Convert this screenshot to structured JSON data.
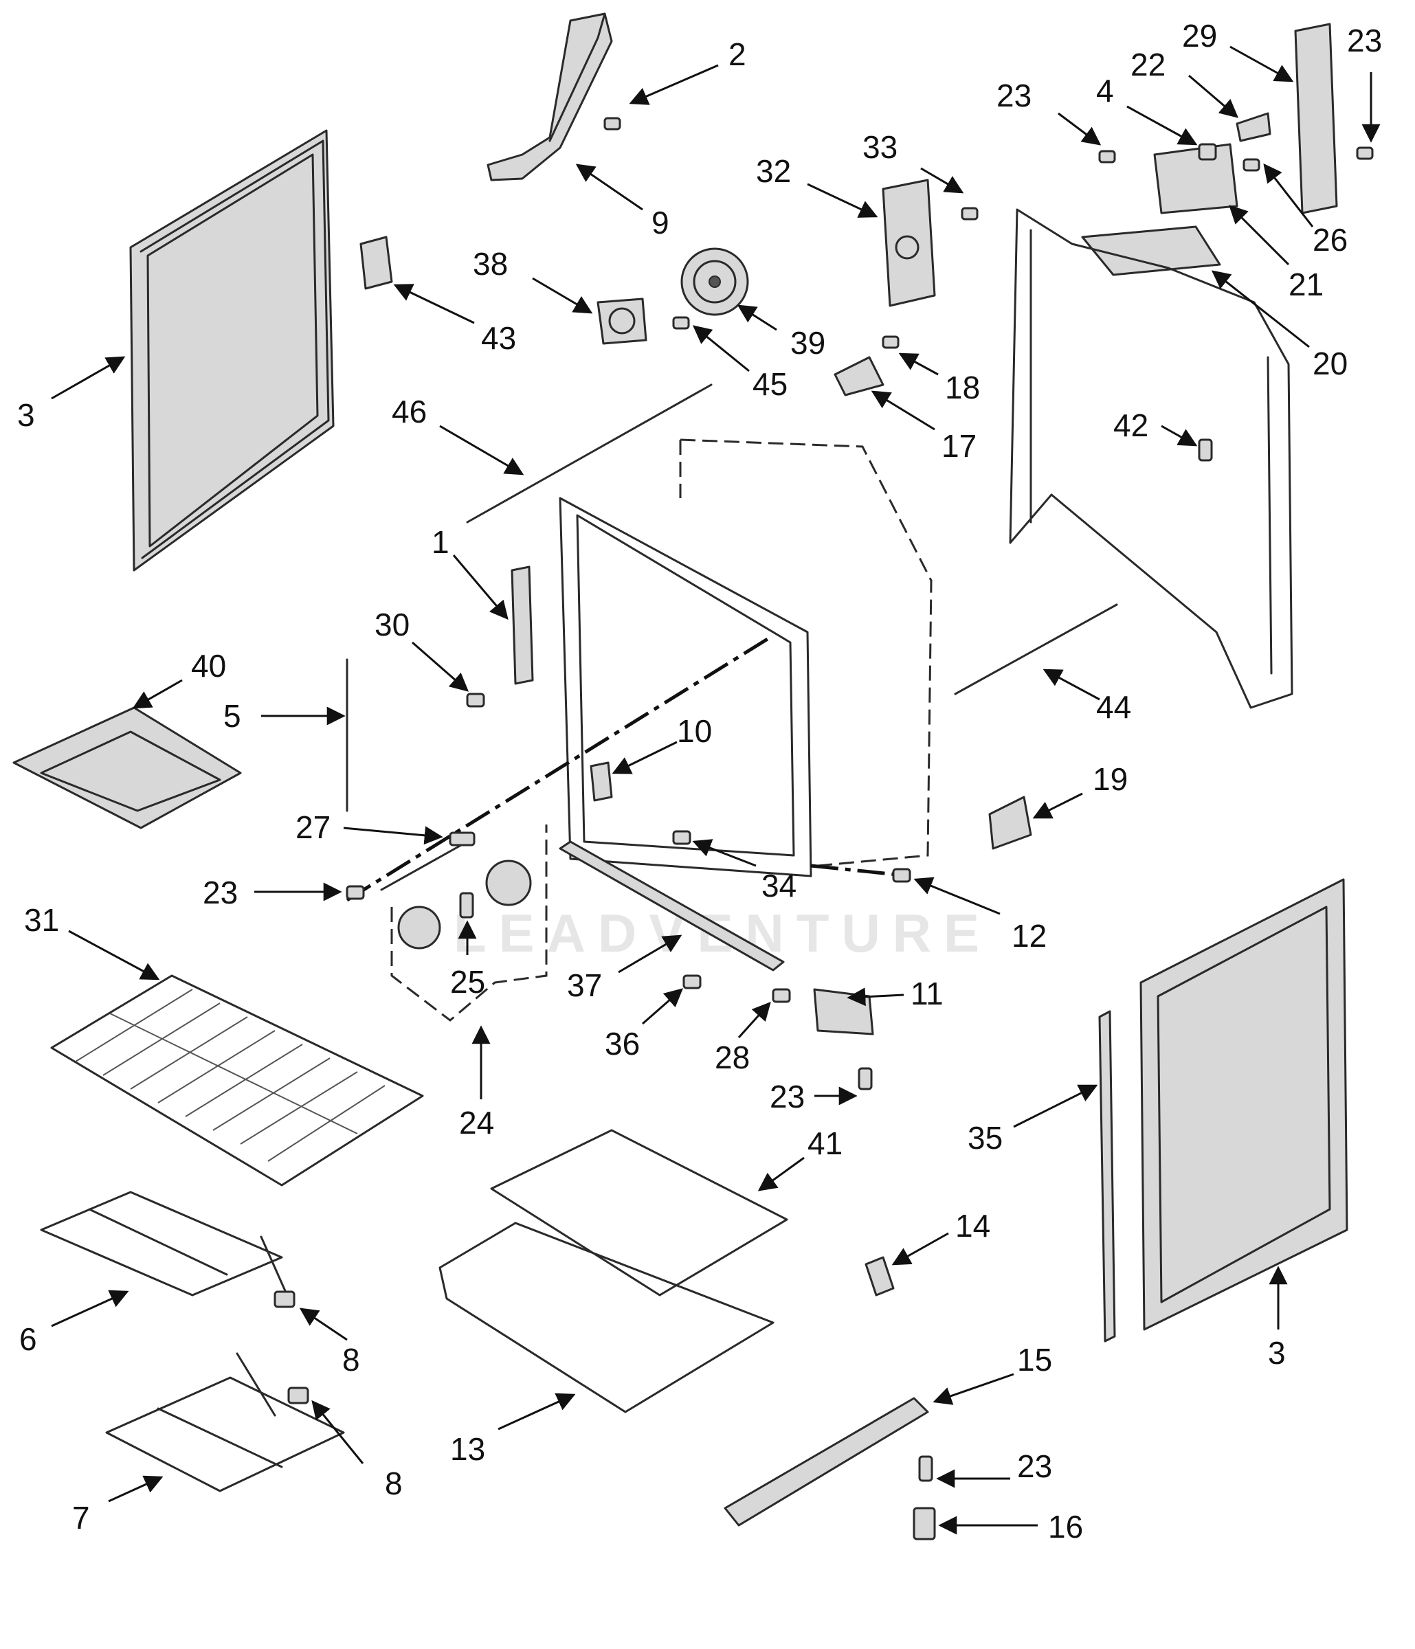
{
  "watermark": "LEADVENTURE",
  "callouts": [
    {
      "id": "c-2",
      "label": "2"
    },
    {
      "id": "c-9",
      "label": "9"
    },
    {
      "id": "c-3a",
      "label": "3"
    },
    {
      "id": "c-43",
      "label": "43"
    },
    {
      "id": "c-38",
      "label": "38"
    },
    {
      "id": "c-39",
      "label": "39"
    },
    {
      "id": "c-45",
      "label": "45"
    },
    {
      "id": "c-32",
      "label": "32"
    },
    {
      "id": "c-33",
      "label": "33"
    },
    {
      "id": "c-18",
      "label": "18"
    },
    {
      "id": "c-17",
      "label": "17"
    },
    {
      "id": "c-23a",
      "label": "23"
    },
    {
      "id": "c-4",
      "label": "4"
    },
    {
      "id": "c-22",
      "label": "22"
    },
    {
      "id": "c-29",
      "label": "29"
    },
    {
      "id": "c-23b",
      "label": "23"
    },
    {
      "id": "c-26",
      "label": "26"
    },
    {
      "id": "c-21",
      "label": "21"
    },
    {
      "id": "c-20",
      "label": "20"
    },
    {
      "id": "c-42",
      "label": "42"
    },
    {
      "id": "c-46",
      "label": "46"
    },
    {
      "id": "c-1",
      "label": "1"
    },
    {
      "id": "c-30",
      "label": "30"
    },
    {
      "id": "c-40",
      "label": "40"
    },
    {
      "id": "c-5",
      "label": "5"
    },
    {
      "id": "c-10",
      "label": "10"
    },
    {
      "id": "c-44",
      "label": "44"
    },
    {
      "id": "c-19",
      "label": "19"
    },
    {
      "id": "c-27",
      "label": "27"
    },
    {
      "id": "c-23c",
      "label": "23"
    },
    {
      "id": "c-34",
      "label": "34"
    },
    {
      "id": "c-12",
      "label": "12"
    },
    {
      "id": "c-31",
      "label": "31"
    },
    {
      "id": "c-25",
      "label": "25"
    },
    {
      "id": "c-37",
      "label": "37"
    },
    {
      "id": "c-11",
      "label": "11"
    },
    {
      "id": "c-36",
      "label": "36"
    },
    {
      "id": "c-28",
      "label": "28"
    },
    {
      "id": "c-23d",
      "label": "23"
    },
    {
      "id": "c-24",
      "label": "24"
    },
    {
      "id": "c-41",
      "label": "41"
    },
    {
      "id": "c-35",
      "label": "35"
    },
    {
      "id": "c-14",
      "label": "14"
    },
    {
      "id": "c-3b",
      "label": "3"
    },
    {
      "id": "c-6",
      "label": "6"
    },
    {
      "id": "c-8a",
      "label": "8"
    },
    {
      "id": "c-13",
      "label": "13"
    },
    {
      "id": "c-15",
      "label": "15"
    },
    {
      "id": "c-23e",
      "label": "23"
    },
    {
      "id": "c-8b",
      "label": "8"
    },
    {
      "id": "c-7",
      "label": "7"
    },
    {
      "id": "c-16",
      "label": "16"
    }
  ]
}
